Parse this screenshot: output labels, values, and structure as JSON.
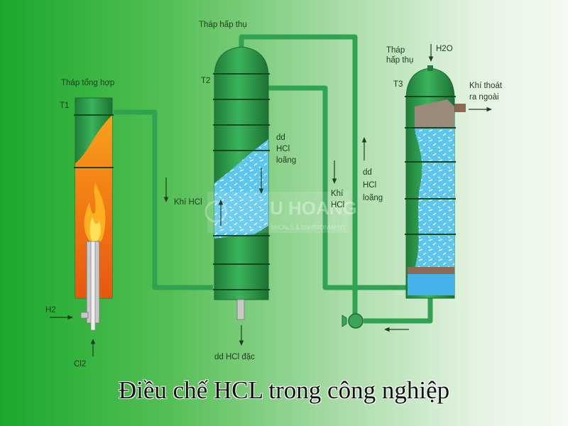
{
  "title": "Điều chế HCL trong công nghiệp",
  "watermark": {
    "name": "U HOANG",
    "subtitle": "MICALS & ENVIRONMENT"
  },
  "labels": {
    "synthesis_tower": "Tháp tổng hợp",
    "t1": "T1",
    "absorption_tower": "Tháp hấp thụ",
    "t2": "T2",
    "t3_tower_line1": "Tháp",
    "t3_tower_line2": "hấp thụ",
    "t3": "T3",
    "water": "H2O",
    "exhaust_line1": "Khí thoát",
    "exhaust_line2": "ra ngoài",
    "dilute_t2_line1": "dd",
    "dilute_t2_line2": "HCl",
    "dilute_t2_line3": "loãng",
    "hcl_gas_left": "Khí HCl",
    "hcl_gas_right_line1": "Khí",
    "hcl_gas_right_line2": "HCl",
    "dilute_pipe_line1": "dd",
    "dilute_pipe_line2": "HCl",
    "dilute_pipe_line3": "loãng",
    "h2": "H2",
    "cl2": "Cl2",
    "concentrated": "dd HCl đặc"
  },
  "colors": {
    "tower": "#2e9c4a",
    "pipe": "#2fa352",
    "flame": "#ff9a1a",
    "liquid": "#5cc6ee"
  }
}
